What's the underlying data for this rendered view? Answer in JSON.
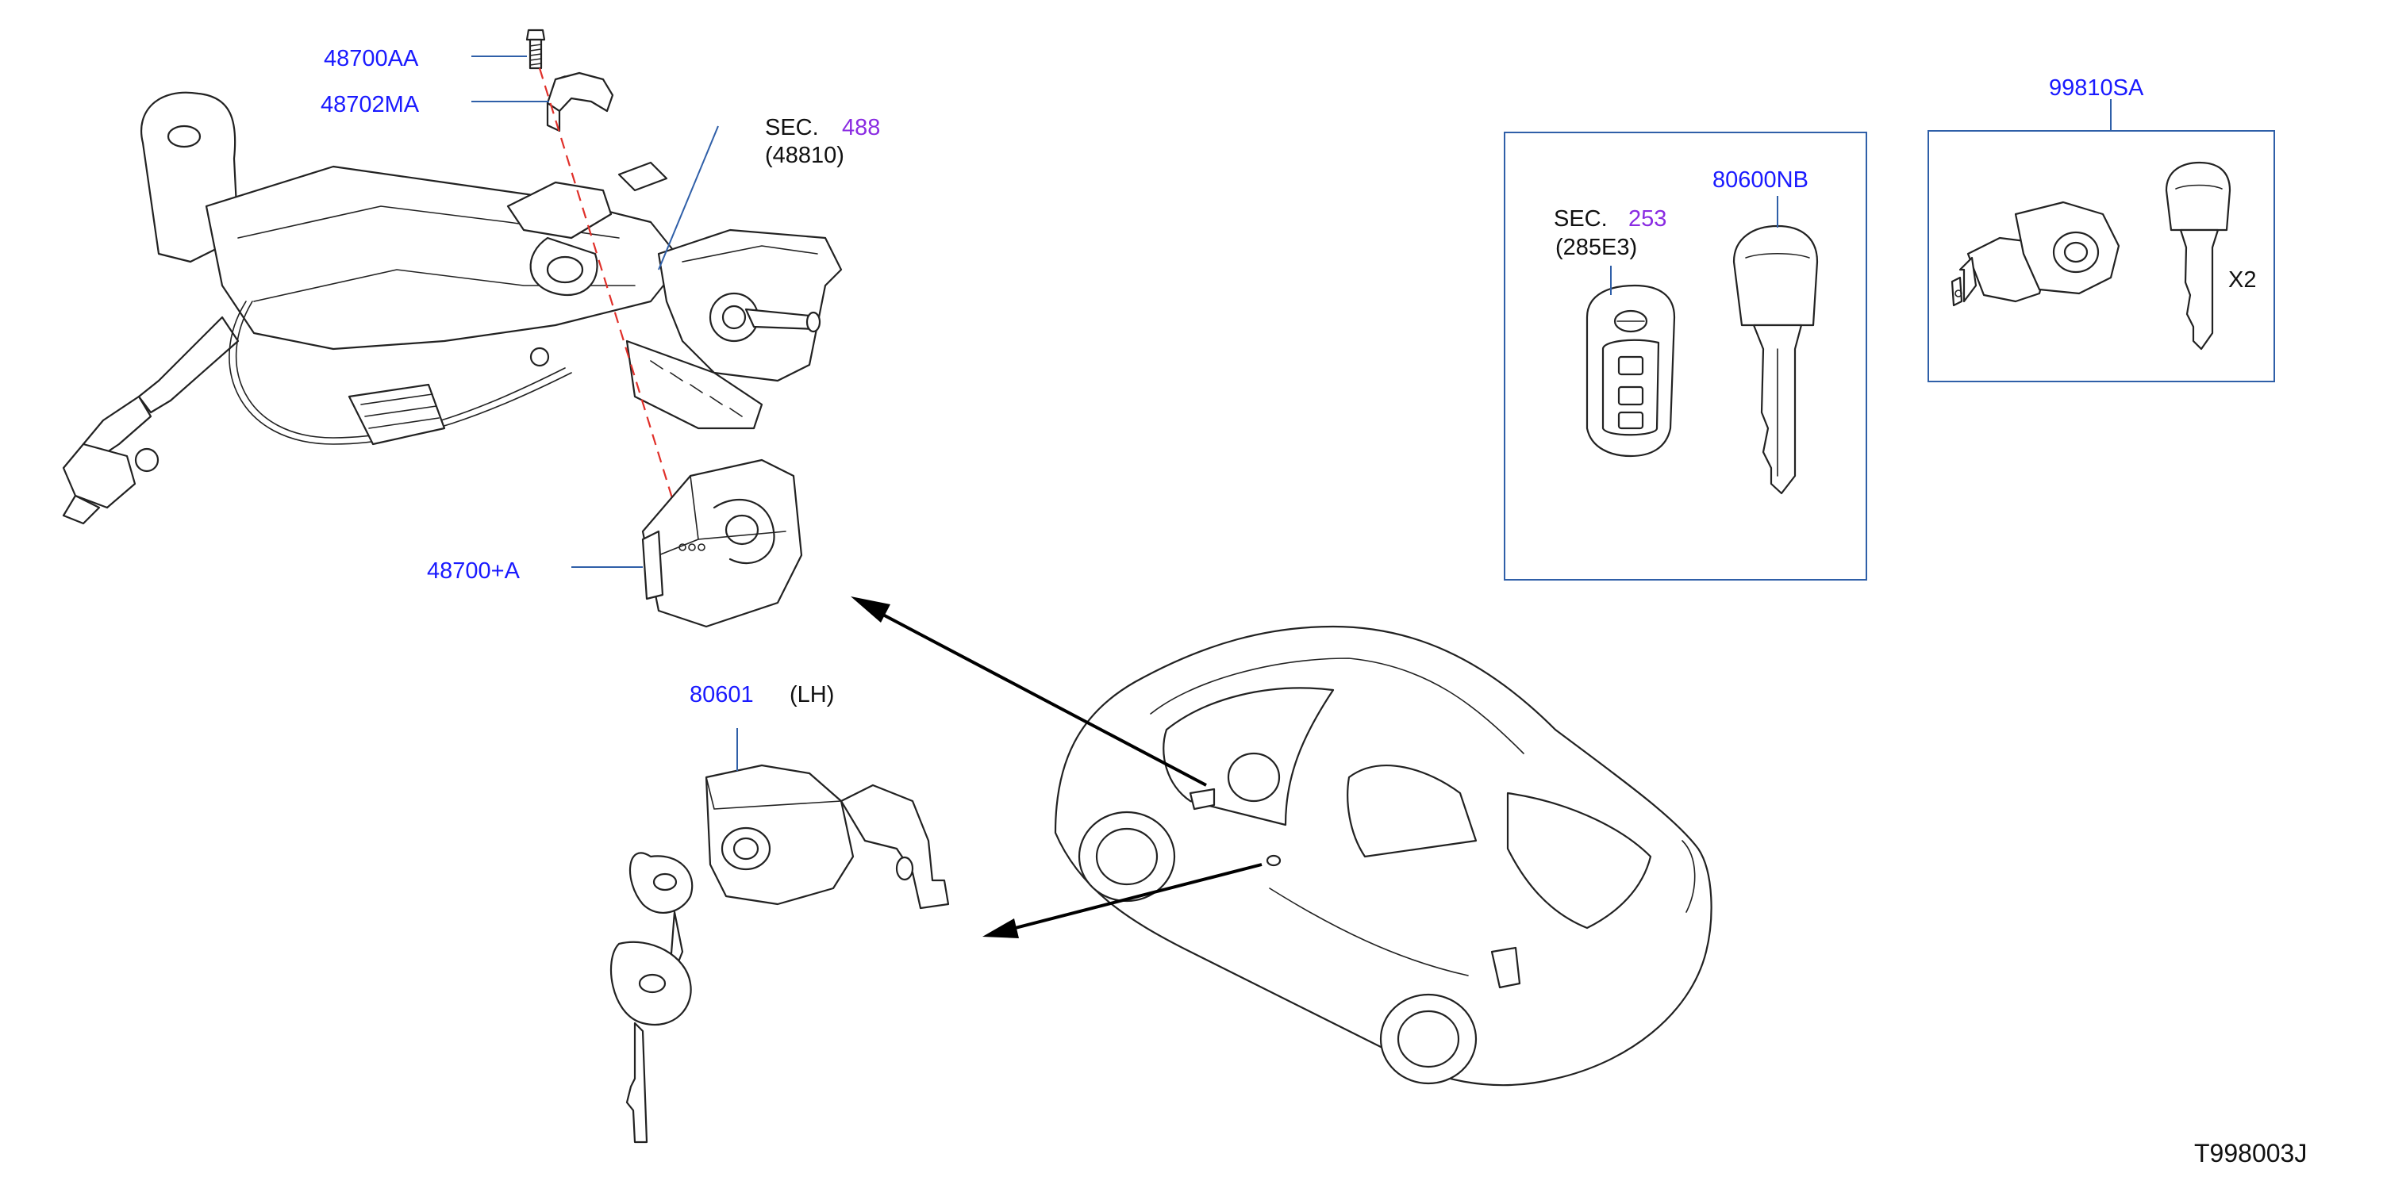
{
  "parts": {
    "p48700AA": "48700AA",
    "p48702MA": "48702MA",
    "p48700A": "48700+A",
    "p80601": "80601",
    "p80600NB": "80600NB",
    "p99810SA": "99810SA"
  },
  "labels": {
    "sec_word_1": "SEC.",
    "sec_num_1": "488",
    "sec_sub_1": "(48810)",
    "sec_word_2": "SEC.",
    "sec_num_2": "253",
    "sec_sub_2": "(285E3)",
    "lh": "(LH)",
    "qty": "X2"
  },
  "figure_code": "T998003J",
  "colors": {
    "part_link": "#1a1aff",
    "section_link": "#8a2be2",
    "leader_line": "#2f5fa8",
    "dash_line": "#e0302a"
  }
}
